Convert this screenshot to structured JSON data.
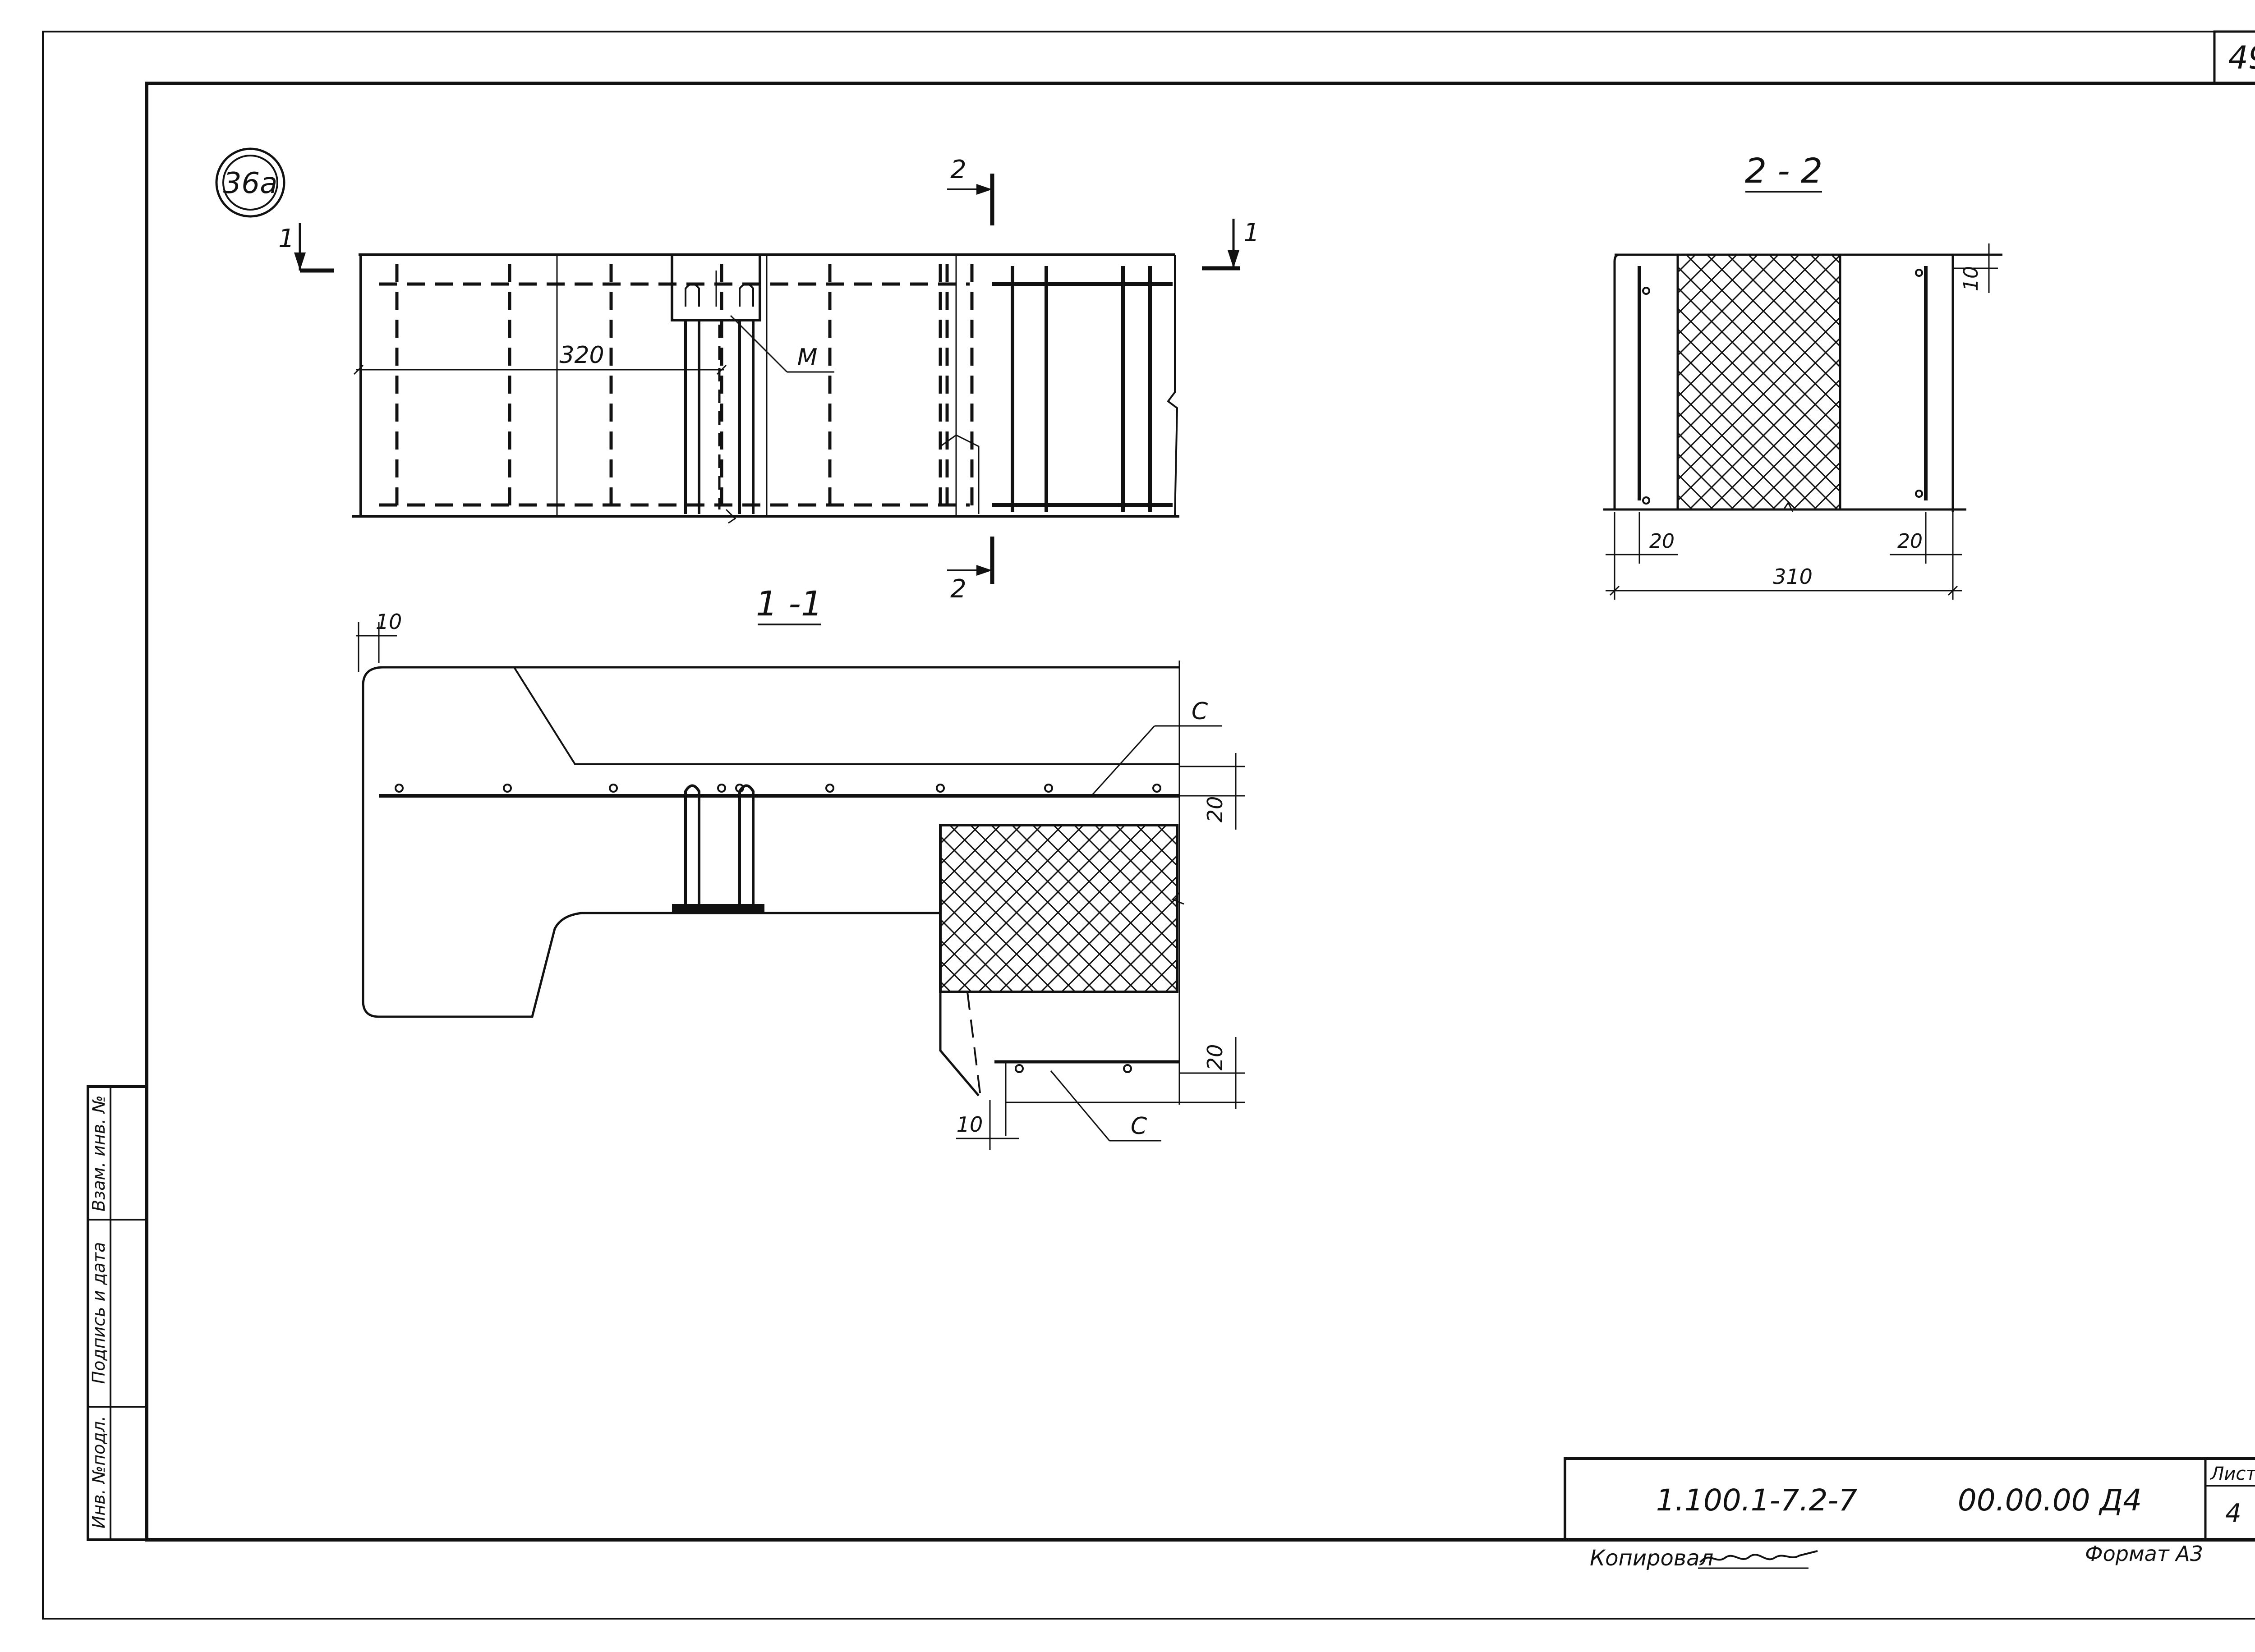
{
  "sheet": {
    "page_number": "49",
    "detail_marker": "36а"
  },
  "cut_markers": {
    "section_1": "1",
    "section_2": "2"
  },
  "view_titles": {
    "section_1_1": "1 -1",
    "section_2_2": "2 - 2"
  },
  "plan_view": {
    "dimension_320": "320",
    "label_M": "М"
  },
  "section_1_1": {
    "dim_top_10": "10",
    "dim_right_20_upper": "20",
    "dim_right_20_lower": "20",
    "dim_bottom_10": "10",
    "label_C_upper": "С",
    "label_C_lower": "С"
  },
  "section_2_2": {
    "dim_10": "10",
    "dim_20_left": "20",
    "dim_20_right": "20",
    "dim_310": "310"
  },
  "side_stamp": {
    "col1": "Инв. №подл.",
    "col2": "Подпись и дата",
    "col3": "Взам. инв. №"
  },
  "title_block": {
    "doc_code": "1.100.1-7.2-7",
    "drawing_code": "00.00.00 Д4",
    "sheet_label": "Лист",
    "sheet_number": "4"
  },
  "footer": {
    "copied_label": "Копировал",
    "format_label": "Формат А3"
  }
}
